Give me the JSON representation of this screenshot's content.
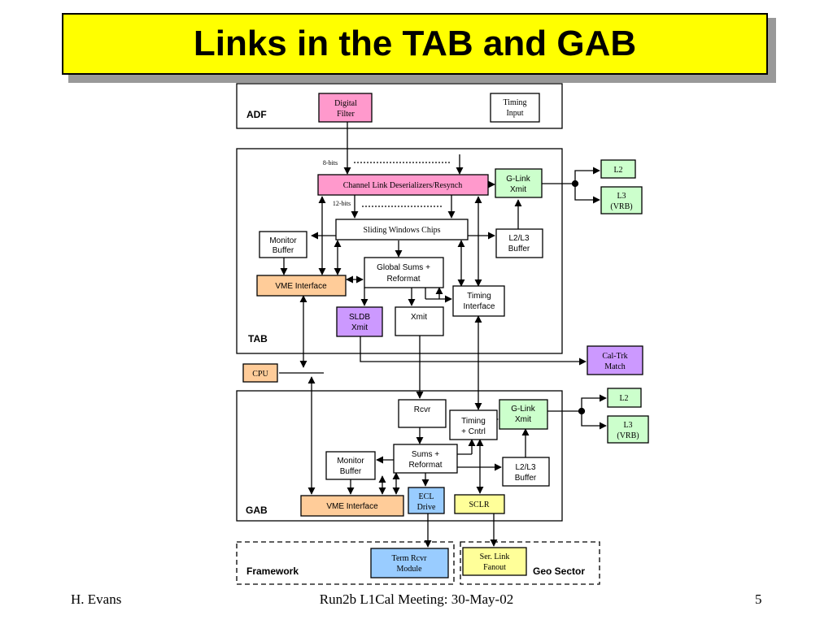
{
  "title": "Links in the TAB and GAB",
  "colors": {
    "title_bg": "#ffff00",
    "pink": "#ff99cc",
    "green": "#ccffcc",
    "orange": "#ffcc99",
    "purple": "#cc99ff",
    "blue": "#99ccff",
    "yellow": "#ffff99"
  },
  "diagram": {
    "adf": {
      "label": "ADF",
      "digital_filter": [
        "Digital",
        "Filter"
      ],
      "timing_input": [
        "Timing",
        "Input"
      ]
    },
    "tab": {
      "label": "TAB",
      "bits8": "8-bits",
      "bits12": "12-bits",
      "channel_link": "Channel Link Deserializers/Resynch",
      "glink": [
        "G-Link",
        "Xmit"
      ],
      "sliding": "Sliding Windows Chips",
      "monitor": [
        "Monitor",
        "Buffer"
      ],
      "l2l3": [
        "L2/L3",
        "Buffer"
      ],
      "global_sums": [
        "Global Sums +",
        "Reformat"
      ],
      "vme": "VME Interface",
      "timing": [
        "Timing",
        "Interface"
      ],
      "sldb": [
        "SLDB",
        "Xmit"
      ],
      "xmit": "Xmit"
    },
    "outputs": {
      "l2": "L2",
      "l3": [
        "L3",
        "(VRB)"
      ],
      "caltrk": [
        "Cal-Trk",
        "Match"
      ]
    },
    "cpu": "CPU",
    "gab": {
      "label": "GAB",
      "rcvr": "Rcvr",
      "timing_cntrl": [
        "Timing",
        "+ Cntrl"
      ],
      "glink": [
        "G-Link",
        "Xmit"
      ],
      "monitor": [
        "Monitor",
        "Buffer"
      ],
      "sums": [
        "Sums +",
        "Reformat"
      ],
      "l2l3": [
        "L2/L3",
        "Buffer"
      ],
      "vme": "VME Interface",
      "ecl": [
        "ECL",
        "Drive"
      ],
      "sclr": "SCLR"
    },
    "framework": {
      "label": "Framework",
      "term_rcvr": [
        "Term Rcvr",
        "Module"
      ]
    },
    "geo_sector": {
      "label": "Geo Sector",
      "ser_link": [
        "Ser. Link",
        "Fanout"
      ]
    }
  },
  "footer": {
    "author": "H. Evans",
    "meeting": "Run2b L1Cal Meeting: 30-May-02",
    "page": "5"
  }
}
